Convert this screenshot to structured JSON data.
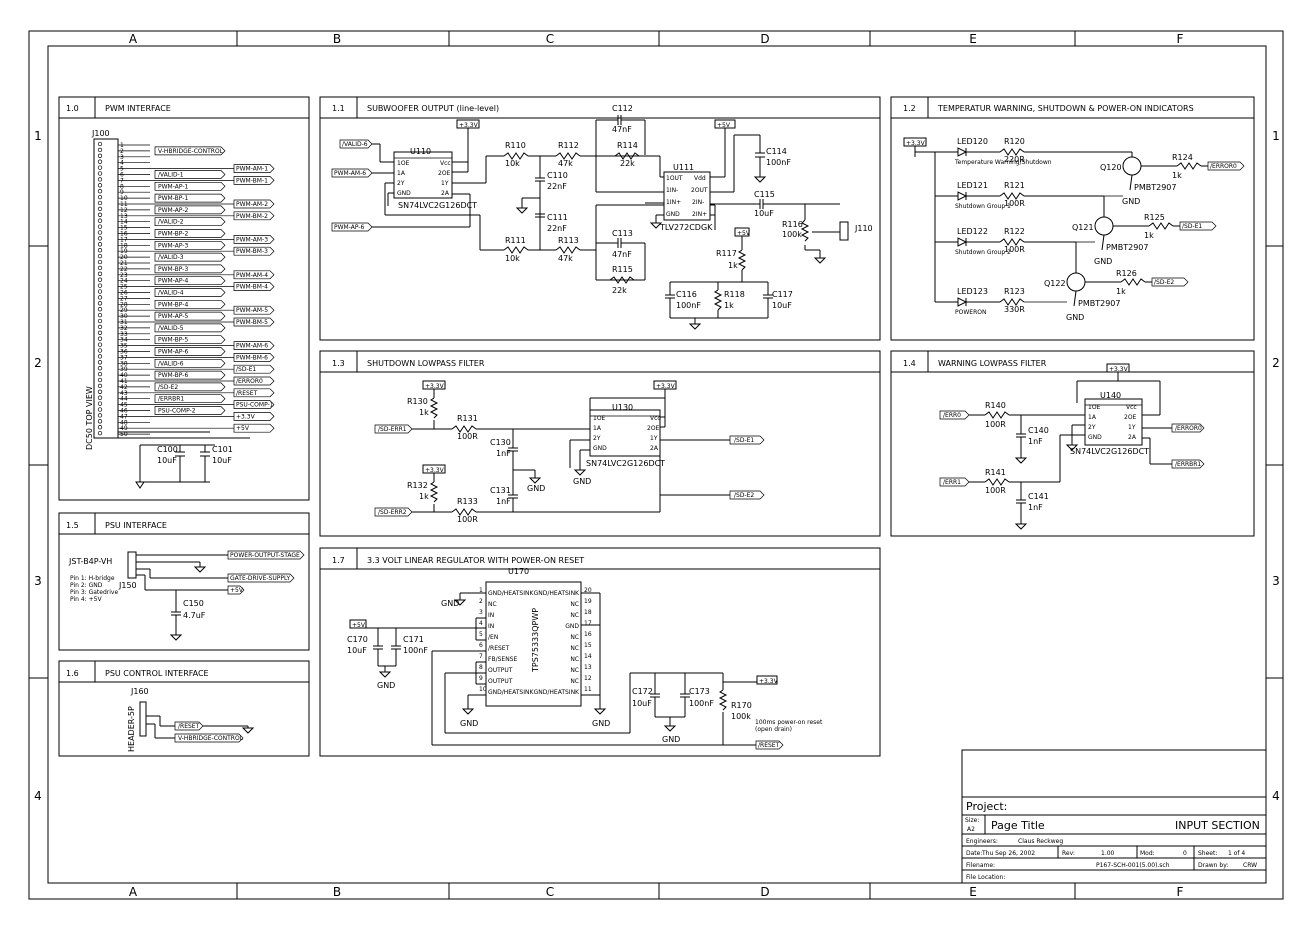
{
  "zones": {
    "columns": [
      "A",
      "B",
      "C",
      "D",
      "E",
      "F"
    ],
    "rows": [
      "1",
      "2",
      "3",
      "4"
    ]
  },
  "sections": {
    "s10": {
      "num": "1.0",
      "title": "PWM INTERFACE"
    },
    "s11": {
      "num": "1.1",
      "title": "SUBWOOFER OUTPUT (line-level)"
    },
    "s12": {
      "num": "1.2",
      "title": "TEMPERATUR WARNING, SHUTDOWN  & POWER-ON INDICATORS"
    },
    "s13": {
      "num": "1.3",
      "title": "SHUTDOWN LOWPASS FILTER"
    },
    "s14": {
      "num": "1.4",
      "title": "WARNING LOWPASS FILTER"
    },
    "s15": {
      "num": "1.5",
      "title": "PSU INTERFACE"
    },
    "s16": {
      "num": "1.6",
      "title": "PSU CONTROL INTERFACE"
    },
    "s17": {
      "num": "1.7",
      "title": "3.3 VOLT LINEAR REGULATOR WITH POWER-ON RESET"
    }
  },
  "pwm": {
    "connector_ref": "J100",
    "connector_type": "DC50 TOP VIEW",
    "pin_labels": [
      "1",
      "2",
      "3",
      "4",
      "5",
      "6",
      "7",
      "8",
      "9",
      "10",
      "11",
      "12",
      "13",
      "14",
      "15",
      "16",
      "17",
      "18",
      "19",
      "20",
      "21",
      "22",
      "23",
      "24",
      "25",
      "26",
      "27",
      "28",
      "29",
      "30",
      "31",
      "32",
      "33",
      "34",
      "35",
      "36",
      "37",
      "38",
      "39",
      "40",
      "41",
      "42",
      "43",
      "44",
      "45",
      "46",
      "47",
      "48",
      "49",
      "50"
    ],
    "left_nets": [
      "V-HBRIDGE-CONTROL",
      "/VALID-1",
      "PWM-AP-1",
      "PWM-BP-1",
      "PWM-AP-2",
      "/VALID-2",
      "PWM-BP-2",
      "PWM-AP-3",
      "/VALID-3",
      "PWM-BP-3",
      "PWM-AP-4",
      "/VALID-4",
      "PWM-BP-4",
      "PWM-AP-5",
      "/VALID-5",
      "PWM-BP-5",
      "PWM-AP-6",
      "/VALID-6",
      "PWM-BP-6",
      "/SD-E2",
      "/ERRBR1",
      "PSU-COMP-2"
    ],
    "right_nets": [
      "PWM-AM-1",
      "PWM-BM-1",
      "PWM-AM-2",
      "PWM-BM-2",
      "PWM-AM-3",
      "PWM-BM-3",
      "PWM-AM-4",
      "PWM-BM-4",
      "PWM-AM-5",
      "PWM-BM-5",
      "PWM-AM-6",
      "PWM-BM-6",
      "/SD-E1",
      "/ERROR0",
      "/RESET",
      "PSU-COMP-1",
      "+3.3V",
      "+5V"
    ],
    "caps": [
      {
        "ref": "C100",
        "val": "10uF"
      },
      {
        "ref": "C101",
        "val": "10uF"
      }
    ]
  },
  "sub": {
    "power1": "+3.3V",
    "power2": "+5V",
    "nets": [
      "/VALID-6",
      "PWM-AM-6",
      "PWM-AP-6"
    ],
    "u110": {
      "ref": "U110",
      "part": "SN74LVC2G126DCT",
      "pins": [
        "1OE",
        "1A",
        "2Y",
        "GND",
        "Vcc",
        "2OE",
        "1Y",
        "2A"
      ]
    },
    "u111": {
      "ref": "U111",
      "part": "TLV272CDGK",
      "pins": [
        "1OUT",
        "1IN-",
        "1IN+",
        "GND",
        "Vdd",
        "2OUT",
        "2IN-",
        "2IN+"
      ]
    },
    "parts": [
      {
        "ref": "R110",
        "val": "10k"
      },
      {
        "ref": "R111",
        "val": "10k"
      },
      {
        "ref": "R112",
        "val": "47k"
      },
      {
        "ref": "R113",
        "val": "47k"
      },
      {
        "ref": "R114",
        "val": "22k"
      },
      {
        "ref": "R115",
        "val": "22k"
      },
      {
        "ref": "C110",
        "val": "22nF"
      },
      {
        "ref": "C111",
        "val": "22nF"
      },
      {
        "ref": "C112",
        "val": "47nF"
      },
      {
        "ref": "C113",
        "val": "47nF"
      },
      {
        "ref": "C114",
        "val": "100nF"
      },
      {
        "ref": "C115",
        "val": "10uF"
      },
      {
        "ref": "R116",
        "val": "100k"
      },
      {
        "ref": "R117",
        "val": "1k"
      },
      {
        "ref": "C116",
        "val": "100nF"
      },
      {
        "ref": "R118",
        "val": "1k"
      },
      {
        "ref": "C117",
        "val": "10uF"
      }
    ],
    "j110": "J110"
  },
  "ind": {
    "power": "+3.3V",
    "leds": [
      {
        "ref": "LED120",
        "r": "R120",
        "rv": "220R",
        "note": "Temperature Warning/Shutdown"
      },
      {
        "ref": "LED121",
        "r": "R121",
        "rv": "100R",
        "note": "Shutdown Group 1"
      },
      {
        "ref": "LED122",
        "r": "R122",
        "rv": "100R",
        "note": "Shutdown Group 2"
      },
      {
        "ref": "LED123",
        "r": "R123",
        "rv": "330R",
        "note": "POWERON"
      }
    ],
    "transistors": [
      {
        "ref": "Q120",
        "part": "PMBT2907",
        "r": "R124",
        "rv": "1k",
        "net": "/ERROR0"
      },
      {
        "ref": "Q121",
        "part": "PMBT2907",
        "r": "R125",
        "rv": "1k",
        "net": "/SD-E1"
      },
      {
        "ref": "Q122",
        "part": "PMBT2907",
        "r": "R126",
        "rv": "1k",
        "net": "/SD-E2"
      }
    ],
    "gnd": "GND"
  },
  "sdf": {
    "power": "+3.3V",
    "inputs": [
      "/SD-ERR1",
      "/SD-ERR2"
    ],
    "outputs": [
      "/SD-E1",
      "/SD-E2"
    ],
    "parts": [
      {
        "ref": "R130",
        "val": "1k"
      },
      {
        "ref": "R131",
        "val": "100R"
      },
      {
        "ref": "C130",
        "val": "1nF"
      },
      {
        "ref": "R132",
        "val": "1k"
      },
      {
        "ref": "R133",
        "val": "100R"
      },
      {
        "ref": "C131",
        "val": "1nF"
      }
    ],
    "u130": {
      "ref": "U130",
      "part": "SN74LVC2G126DCT"
    },
    "gnd": "GND"
  },
  "wlp": {
    "power": "+3.3V",
    "inputs": [
      "/ERR0",
      "/ERR1"
    ],
    "outputs": [
      "/ERROR0",
      "/ERRBR1"
    ],
    "parts": [
      {
        "ref": "R140",
        "val": "100R"
      },
      {
        "ref": "C140",
        "val": "1nF"
      },
      {
        "ref": "R141",
        "val": "100R"
      },
      {
        "ref": "C141",
        "val": "1nF"
      }
    ],
    "u140": {
      "ref": "U140",
      "part": "SN74LVC2G126DCT"
    }
  },
  "psu": {
    "conn": "JST-B4P-VH",
    "ref": "J150",
    "pins": [
      "Pin 1: H-bridge",
      "Pin 2: GND",
      "Pin 3: Gatedrive",
      "Pin 4: +5V"
    ],
    "nets": [
      "POWER-OUTPUT-STAGE",
      "GATE-DRIVE-SUPPLY",
      "+5V"
    ],
    "cap": {
      "ref": "C150",
      "val": "4.7uF"
    }
  },
  "psuc": {
    "ref": "J160",
    "conn": "HEADER-5P",
    "nets": [
      "/RESET",
      "V-HBRIDGE-CONTROL"
    ]
  },
  "reg": {
    "ref": "U170",
    "part": "TPS75333QPWP",
    "left_pins": [
      "GND/HEATSINK",
      "NC",
      "IN",
      "IN",
      "/EN",
      "/RESET",
      "FB/SENSE",
      "OUTPUT",
      "OUTPUT",
      "GND/HEATSINK"
    ],
    "right_pins": [
      "GND/HEATSINK",
      "NC",
      "NC",
      "GND",
      "NC",
      "NC",
      "NC",
      "NC",
      "NC",
      "GND/HEATSINK"
    ],
    "left_nums": [
      "1",
      "2",
      "3",
      "4",
      "5",
      "6",
      "7",
      "8",
      "9",
      "10"
    ],
    "right_nums": [
      "20",
      "19",
      "18",
      "17",
      "16",
      "15",
      "14",
      "13",
      "12",
      "11"
    ],
    "power_in": "+5V",
    "power_out": "+3.3V",
    "gnd": "GND",
    "parts": [
      {
        "ref": "C170",
        "val": "10uF"
      },
      {
        "ref": "C171",
        "val": "100nF"
      },
      {
        "ref": "C172",
        "val": "10uF"
      },
      {
        "ref": "C173",
        "val": "100nF"
      },
      {
        "ref": "R170",
        "val": "100k"
      }
    ],
    "note1": "100ms power-on reset",
    "note2": "(open drain)",
    "reset_net": "/RESET"
  },
  "titleblock": {
    "project_label": "Project:",
    "size_label": "Size:",
    "size": "A2",
    "page_title": "Page Title",
    "section": "INPUT SECTION",
    "eng_label": "Engineers:",
    "engineer": "Claus Reckweg",
    "date_label": "Date:",
    "date": "Thu Sep 26, 2002",
    "rev_label": "Rev:",
    "rev": "1.00",
    "mod_label": "Mod:",
    "mod": "0",
    "sheet_label": "Sheet:",
    "sheet": "1 of 4",
    "file_label": "Filename:",
    "filename": "P167-SCH-001(5.00).sch",
    "drawn_label": "Drawn by:",
    "drawn": "CRW",
    "loc_label": "File Location:"
  }
}
